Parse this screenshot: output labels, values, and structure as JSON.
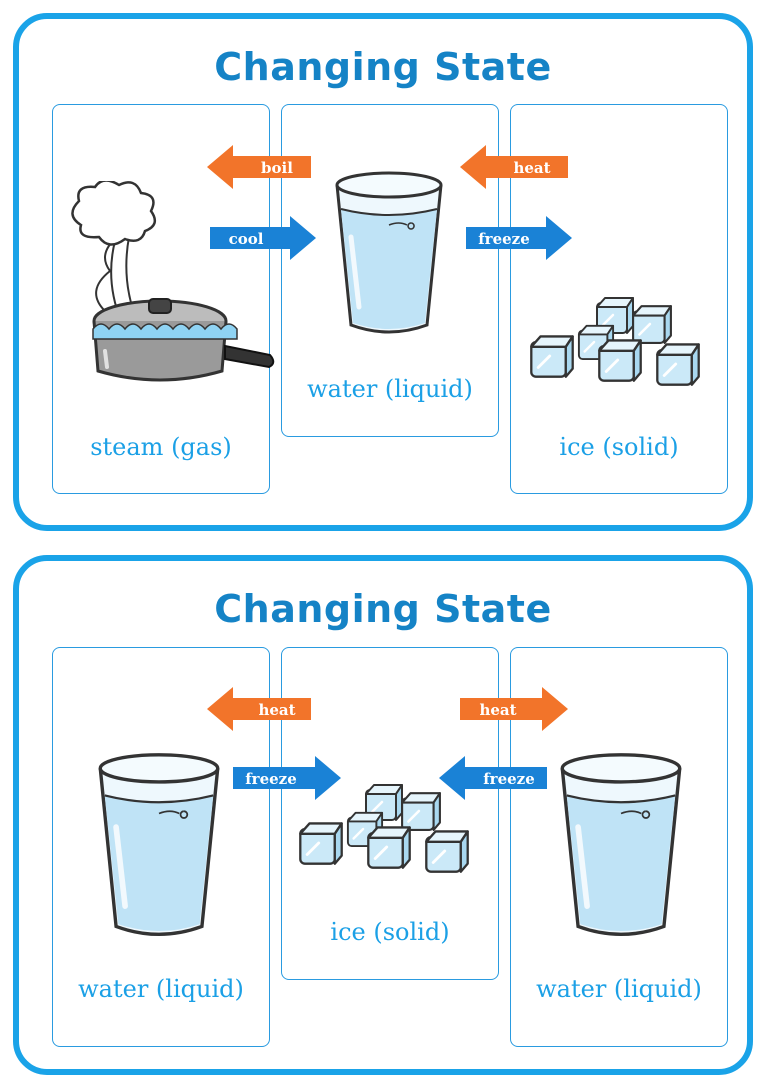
{
  "colors": {
    "border": "#1aa3e8",
    "title": "#1583c6",
    "label": "#1ba0e6",
    "arrow_orange": "#f2742a",
    "arrow_blue": "#1a82d6"
  },
  "top_card": {
    "title": "Changing State",
    "panels": [
      {
        "label": "steam (gas)",
        "icon": "steaming-pot-icon"
      },
      {
        "label": "water (liquid)",
        "icon": "glass-of-water-icon"
      },
      {
        "label": "ice (solid)",
        "icon": "ice-cubes-icon"
      }
    ],
    "arrows": [
      {
        "label": "boil",
        "direction": "left",
        "color": "orange"
      },
      {
        "label": "cool",
        "direction": "right",
        "color": "blue"
      },
      {
        "label": "heat",
        "direction": "left",
        "color": "orange"
      },
      {
        "label": "freeze",
        "direction": "right",
        "color": "blue"
      }
    ]
  },
  "bottom_card": {
    "title": "Changing State",
    "panels": [
      {
        "label": "water (liquid)",
        "icon": "glass-of-water-icon"
      },
      {
        "label": "ice (solid)",
        "icon": "ice-cubes-icon"
      },
      {
        "label": "water (liquid)",
        "icon": "glass-of-water-icon"
      }
    ],
    "arrows": [
      {
        "label": "heat",
        "direction": "left",
        "color": "orange"
      },
      {
        "label": "freeze",
        "direction": "right",
        "color": "blue"
      },
      {
        "label": "heat",
        "direction": "right",
        "color": "orange"
      },
      {
        "label": "freeze",
        "direction": "left",
        "color": "blue"
      }
    ]
  }
}
